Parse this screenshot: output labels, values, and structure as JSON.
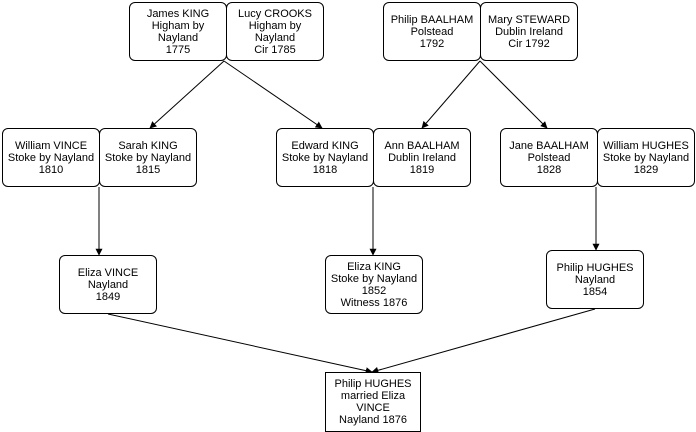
{
  "nodes": [
    {
      "id": "james-king",
      "lines": [
        "James KING",
        "Higham by",
        "Nayland",
        "1775"
      ]
    },
    {
      "id": "lucy-crooks",
      "lines": [
        "Lucy CROOKS",
        "Higham by",
        "Nayland",
        "Cir 1785"
      ]
    },
    {
      "id": "philip-baalham",
      "lines": [
        "Philip BAALHAM",
        "Polstead",
        "1792"
      ]
    },
    {
      "id": "mary-steward",
      "lines": [
        "Mary STEWARD",
        "Dublin Ireland",
        "Cir 1792"
      ]
    },
    {
      "id": "william-vince",
      "lines": [
        "William VINCE",
        "Stoke by Nayland",
        "1810"
      ]
    },
    {
      "id": "sarah-king",
      "lines": [
        "Sarah KING",
        "Stoke by Nayland",
        "1815"
      ]
    },
    {
      "id": "edward-king",
      "lines": [
        "Edward KING",
        "Stoke by Nayland",
        "1818"
      ]
    },
    {
      "id": "ann-baalham",
      "lines": [
        "Ann BAALHAM",
        "Dublin Ireland",
        "1819"
      ]
    },
    {
      "id": "jane-baalham",
      "lines": [
        "Jane BAALHAM",
        "Polstead",
        "1828"
      ]
    },
    {
      "id": "william-hughes",
      "lines": [
        "William HUGHES",
        "Stoke by Nayland",
        "1829"
      ]
    },
    {
      "id": "eliza-vince",
      "lines": [
        "Eliza VINCE",
        "Nayland",
        "1849"
      ]
    },
    {
      "id": "eliza-king",
      "lines": [
        "Eliza KING",
        "Stoke by Nayland",
        "1852",
        "Witness 1876"
      ]
    },
    {
      "id": "philip-hughes",
      "lines": [
        "Philip HUGHES",
        "Nayland",
        "1854"
      ]
    },
    {
      "id": "marriage",
      "lines": [
        "Philip HUGHES",
        "married Eliza",
        "VINCE",
        "Nayland 1876"
      ]
    }
  ],
  "edges": [
    {
      "from": "james-king",
      "to": "sarah-king"
    },
    {
      "from": "lucy-crooks",
      "to": "edward-king"
    },
    {
      "from": "philip-baalham",
      "to": "ann-baalham"
    },
    {
      "from": "mary-steward",
      "to": "jane-baalham"
    },
    {
      "from": "sarah-king",
      "to": "eliza-vince"
    },
    {
      "from": "edward-king",
      "to": "eliza-king"
    },
    {
      "from": "william-hughes",
      "to": "philip-hughes"
    },
    {
      "from": "eliza-vince",
      "to": "marriage"
    },
    {
      "from": "philip-hughes",
      "to": "marriage"
    }
  ]
}
